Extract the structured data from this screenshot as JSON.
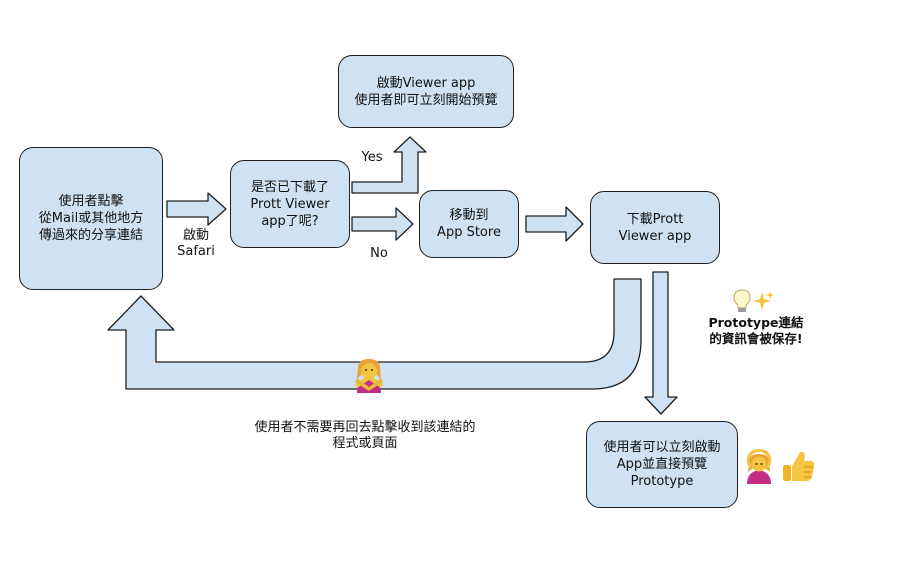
{
  "nodes": {
    "user_click": "使用者點擊\n從Mail或其他地方\n傳過來的分享連結",
    "downloaded_question": "是否已下載了\nPrott Viewer\napp了呢?",
    "launch_viewer": "啟動Viewer app\n使用者即可立刻開始預覽",
    "move_app_store": "移動到\nApp Store",
    "download_app": "下載Prott\nViewer app",
    "launch_preview": "使用者可以立刻啟動\nApp並直接預覽\nPrototype"
  },
  "labels": {
    "open_safari": "啟動\nSafari",
    "yes": "Yes",
    "no": "No",
    "no_need_to_click_again": "使用者不需要再回去點擊收到該連結的\n程式或頁面",
    "link_info_saved": "Prototype連結\n的資訊會被保存!"
  },
  "icons": {
    "no_gesture": "person-gesturing-no-icon",
    "ok_gesture": "person-gesturing-ok-icon",
    "thumbs_up": "thumbs-up-icon",
    "lightbulb": "lightbulb-icon",
    "sparkles": "sparkles-icon"
  },
  "colors": {
    "box_fill": "#cfe2f3",
    "stroke": "#1f1f1f",
    "emoji_skin": "#f5c542",
    "emoji_shirt": "#c22d86"
  }
}
